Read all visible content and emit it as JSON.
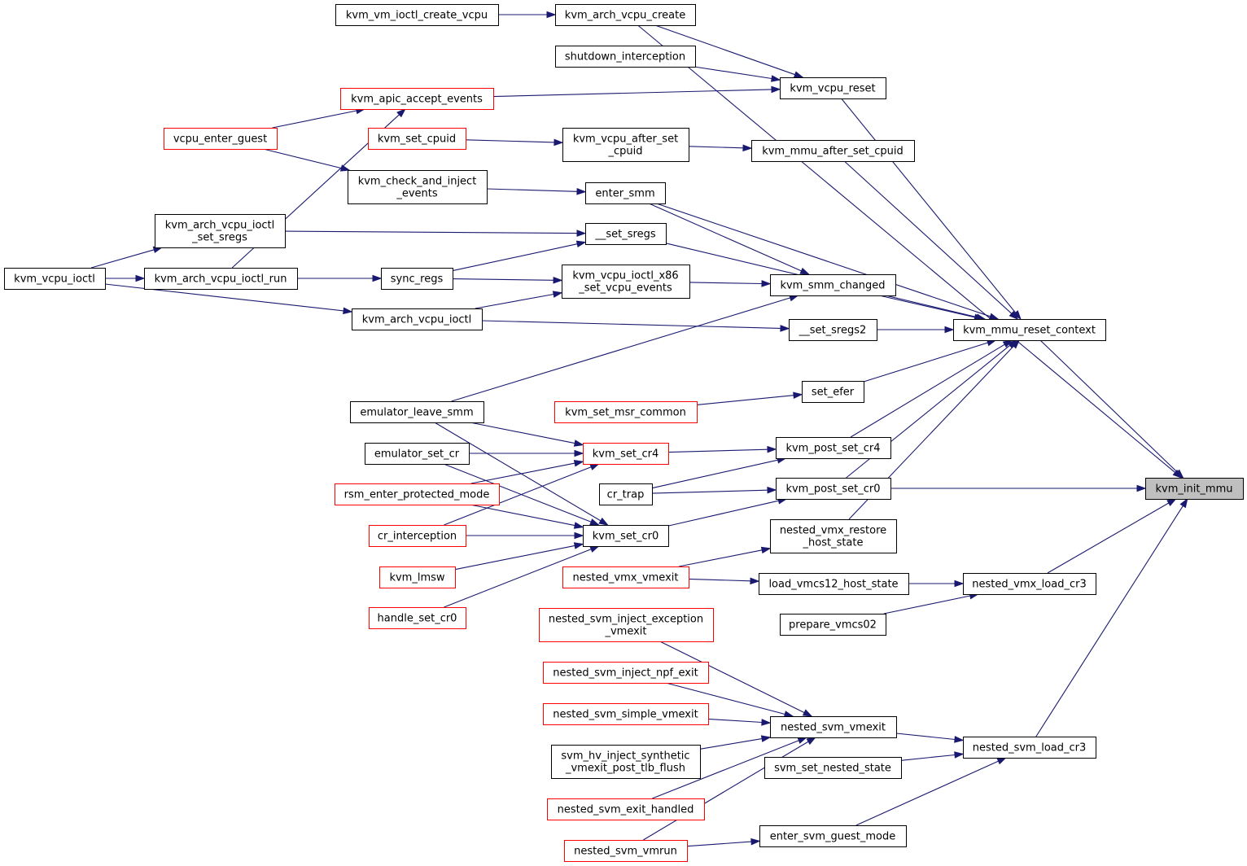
{
  "graph": {
    "root_label": "kvm_init_mmu",
    "colors": {
      "edge": "#191970",
      "border_default": "#000000",
      "border_truncated": "#ff0000",
      "root_fill": "#bfbfbf"
    },
    "nodes": {
      "kvm_init_mmu": {
        "lines": [
          "kvm_init_mmu"
        ],
        "style": "root"
      },
      "kvm_mmu_reset_context": {
        "lines": [
          "kvm_mmu_reset_context"
        ],
        "style": "normal"
      },
      "nested_vmx_load_cr3": {
        "lines": [
          "nested_vmx_load_cr3"
        ],
        "style": "normal"
      },
      "nested_svm_load_cr3": {
        "lines": [
          "nested_svm_load_cr3"
        ],
        "style": "normal"
      },
      "kvm_arch_vcpu_create": {
        "lines": [
          "kvm_arch_vcpu_create"
        ],
        "style": "normal"
      },
      "kvm_vm_ioctl_create_vcpu": {
        "lines": [
          "kvm_vm_ioctl_create_vcpu"
        ],
        "style": "normal"
      },
      "shutdown_interception": {
        "lines": [
          "shutdown_interception"
        ],
        "style": "normal"
      },
      "kvm_vcpu_reset": {
        "lines": [
          "kvm_vcpu_reset"
        ],
        "style": "normal"
      },
      "kvm_apic_accept_events": {
        "lines": [
          "kvm_apic_accept_events"
        ],
        "style": "truncated"
      },
      "vcpu_enter_guest": {
        "lines": [
          "vcpu_enter_guest"
        ],
        "style": "truncated"
      },
      "kvm_set_cpuid": {
        "lines": [
          "kvm_set_cpuid"
        ],
        "style": "truncated"
      },
      "kvm_vcpu_after_set_cpuid": {
        "lines": [
          "kvm_vcpu_after_set",
          "_cpuid"
        ],
        "style": "normal"
      },
      "kvm_mmu_after_set_cpuid": {
        "lines": [
          "kvm_mmu_after_set_cpuid"
        ],
        "style": "normal"
      },
      "kvm_check_and_inject_events": {
        "lines": [
          "kvm_check_and_inject",
          "_events"
        ],
        "style": "normal"
      },
      "enter_smm": {
        "lines": [
          "enter_smm"
        ],
        "style": "normal"
      },
      "kvm_arch_vcpu_ioctl_set_sregs": {
        "lines": [
          "kvm_arch_vcpu_ioctl",
          "_set_sregs"
        ],
        "style": "normal"
      },
      "__set_sregs": {
        "lines": [
          "__set_sregs"
        ],
        "style": "normal"
      },
      "kvm_vcpu_ioctl": {
        "lines": [
          "kvm_vcpu_ioctl"
        ],
        "style": "normal"
      },
      "kvm_arch_vcpu_ioctl_run": {
        "lines": [
          "kvm_arch_vcpu_ioctl_run"
        ],
        "style": "normal"
      },
      "sync_regs": {
        "lines": [
          "sync_regs"
        ],
        "style": "normal"
      },
      "kvm_vcpu_ioctl_x86_set_vcpu_events": {
        "lines": [
          "kvm_vcpu_ioctl_x86",
          "_set_vcpu_events"
        ],
        "style": "normal"
      },
      "kvm_smm_changed": {
        "lines": [
          "kvm_smm_changed"
        ],
        "style": "normal"
      },
      "kvm_arch_vcpu_ioctl": {
        "lines": [
          "kvm_arch_vcpu_ioctl"
        ],
        "style": "normal"
      },
      "__set_sregs2": {
        "lines": [
          "__set_sregs2"
        ],
        "style": "normal"
      },
      "emulator_leave_smm": {
        "lines": [
          "emulator_leave_smm"
        ],
        "style": "normal"
      },
      "set_efer": {
        "lines": [
          "set_efer"
        ],
        "style": "normal"
      },
      "kvm_set_msr_common": {
        "lines": [
          "kvm_set_msr_common"
        ],
        "style": "truncated"
      },
      "emulator_set_cr": {
        "lines": [
          "emulator_set_cr"
        ],
        "style": "normal"
      },
      "kvm_set_cr4": {
        "lines": [
          "kvm_set_cr4"
        ],
        "style": "truncated"
      },
      "kvm_post_set_cr4": {
        "lines": [
          "kvm_post_set_cr4"
        ],
        "style": "normal"
      },
      "rsm_enter_protected_mode": {
        "lines": [
          "rsm_enter_protected_mode"
        ],
        "style": "truncated"
      },
      "cr_trap": {
        "lines": [
          "cr_trap"
        ],
        "style": "normal"
      },
      "kvm_post_set_cr0": {
        "lines": [
          "kvm_post_set_cr0"
        ],
        "style": "normal"
      },
      "cr_interception": {
        "lines": [
          "cr_interception"
        ],
        "style": "truncated"
      },
      "kvm_set_cr0": {
        "lines": [
          "kvm_set_cr0"
        ],
        "style": "normal"
      },
      "nested_vmx_restore_host_state": {
        "lines": [
          "nested_vmx_restore",
          "_host_state"
        ],
        "style": "normal"
      },
      "kvm_lmsw": {
        "lines": [
          "kvm_lmsw"
        ],
        "style": "truncated"
      },
      "nested_vmx_vmexit": {
        "lines": [
          "nested_vmx_vmexit"
        ],
        "style": "truncated"
      },
      "load_vmcs12_host_state": {
        "lines": [
          "load_vmcs12_host_state"
        ],
        "style": "normal"
      },
      "handle_set_cr0": {
        "lines": [
          "handle_set_cr0"
        ],
        "style": "truncated"
      },
      "prepare_vmcs02": {
        "lines": [
          "prepare_vmcs02"
        ],
        "style": "normal"
      },
      "nested_svm_inject_exception_vmexit": {
        "lines": [
          "nested_svm_inject_exception",
          "_vmexit"
        ],
        "style": "truncated"
      },
      "nested_svm_inject_npf_exit": {
        "lines": [
          "nested_svm_inject_npf_exit"
        ],
        "style": "truncated"
      },
      "nested_svm_simple_vmexit": {
        "lines": [
          "nested_svm_simple_vmexit"
        ],
        "style": "truncated"
      },
      "nested_svm_vmexit": {
        "lines": [
          "nested_svm_vmexit"
        ],
        "style": "normal"
      },
      "svm_hv_inject_synthetic_vmexit_post_tlb_flush": {
        "lines": [
          "svm_hv_inject_synthetic",
          "_vmexit_post_tlb_flush"
        ],
        "style": "normal"
      },
      "svm_set_nested_state": {
        "lines": [
          "svm_set_nested_state"
        ],
        "style": "normal"
      },
      "nested_svm_exit_handled": {
        "lines": [
          "nested_svm_exit_handled"
        ],
        "style": "truncated"
      },
      "nested_svm_vmrun": {
        "lines": [
          "nested_svm_vmrun"
        ],
        "style": "truncated"
      },
      "enter_svm_guest_mode": {
        "lines": [
          "enter_svm_guest_mode"
        ],
        "style": "normal"
      }
    },
    "edges": [
      [
        "kvm_vm_ioctl_create_vcpu",
        "kvm_arch_vcpu_create"
      ],
      [
        "kvm_arch_vcpu_create",
        "kvm_init_mmu"
      ],
      [
        "kvm_arch_vcpu_create",
        "kvm_vcpu_reset"
      ],
      [
        "shutdown_interception",
        "kvm_vcpu_reset"
      ],
      [
        "kvm_apic_accept_events",
        "kvm_vcpu_reset"
      ],
      [
        "kvm_vcpu_reset",
        "kvm_mmu_reset_context"
      ],
      [
        "vcpu_enter_guest",
        "kvm_apic_accept_events"
      ],
      [
        "vcpu_enter_guest",
        "kvm_check_and_inject_events"
      ],
      [
        "kvm_arch_vcpu_ioctl_run",
        "kvm_apic_accept_events"
      ],
      [
        "kvm_set_cpuid",
        "kvm_vcpu_after_set_cpuid"
      ],
      [
        "kvm_vcpu_after_set_cpuid",
        "kvm_mmu_after_set_cpuid"
      ],
      [
        "kvm_mmu_after_set_cpuid",
        "kvm_mmu_reset_context"
      ],
      [
        "kvm_check_and_inject_events",
        "enter_smm"
      ],
      [
        "enter_smm",
        "kvm_mmu_reset_context"
      ],
      [
        "enter_smm",
        "kvm_smm_changed"
      ],
      [
        "kvm_arch_vcpu_ioctl_set_sregs",
        "__set_sregs"
      ],
      [
        "sync_regs",
        "__set_sregs"
      ],
      [
        "__set_sregs",
        "kvm_mmu_reset_context"
      ],
      [
        "kvm_vcpu_ioctl",
        "kvm_arch_vcpu_ioctl_set_sregs"
      ],
      [
        "kvm_vcpu_ioctl",
        "kvm_arch_vcpu_ioctl_run"
      ],
      [
        "kvm_vcpu_ioctl",
        "kvm_arch_vcpu_ioctl"
      ],
      [
        "kvm_arch_vcpu_ioctl_run",
        "sync_regs"
      ],
      [
        "sync_regs",
        "kvm_vcpu_ioctl_x86_set_vcpu_events"
      ],
      [
        "kvm_arch_vcpu_ioctl",
        "kvm_vcpu_ioctl_x86_set_vcpu_events"
      ],
      [
        "kvm_vcpu_ioctl_x86_set_vcpu_events",
        "kvm_smm_changed"
      ],
      [
        "emulator_leave_smm",
        "kvm_smm_changed"
      ],
      [
        "kvm_smm_changed",
        "kvm_mmu_reset_context"
      ],
      [
        "kvm_arch_vcpu_ioctl",
        "__set_sregs2"
      ],
      [
        "__set_sregs2",
        "kvm_mmu_reset_context"
      ],
      [
        "kvm_set_msr_common",
        "set_efer"
      ],
      [
        "set_efer",
        "kvm_mmu_reset_context"
      ],
      [
        "emulator_leave_smm",
        "kvm_set_cr4"
      ],
      [
        "emulator_leave_smm",
        "kvm_set_cr0"
      ],
      [
        "emulator_set_cr",
        "kvm_set_cr4"
      ],
      [
        "emulator_set_cr",
        "kvm_set_cr0"
      ],
      [
        "rsm_enter_protected_mode",
        "kvm_set_cr4"
      ],
      [
        "rsm_enter_protected_mode",
        "kvm_set_cr0"
      ],
      [
        "cr_interception",
        "kvm_set_cr4"
      ],
      [
        "cr_interception",
        "kvm_set_cr0"
      ],
      [
        "kvm_set_cr4",
        "kvm_post_set_cr4"
      ],
      [
        "cr_trap",
        "kvm_post_set_cr4"
      ],
      [
        "cr_trap",
        "kvm_post_set_cr0"
      ],
      [
        "kvm_post_set_cr4",
        "kvm_mmu_reset_context"
      ],
      [
        "kvm_post_set_cr0",
        "kvm_mmu_reset_context"
      ],
      [
        "kvm_post_set_cr0",
        "kvm_init_mmu"
      ],
      [
        "kvm_set_cr0",
        "kvm_post_set_cr0"
      ],
      [
        "kvm_lmsw",
        "kvm_set_cr0"
      ],
      [
        "handle_set_cr0",
        "kvm_set_cr0"
      ],
      [
        "nested_vmx_restore_host_state",
        "kvm_mmu_reset_context"
      ],
      [
        "nested_vmx_vmexit",
        "nested_vmx_restore_host_state"
      ],
      [
        "nested_vmx_vmexit",
        "load_vmcs12_host_state"
      ],
      [
        "load_vmcs12_host_state",
        "nested_vmx_load_cr3"
      ],
      [
        "prepare_vmcs02",
        "nested_vmx_load_cr3"
      ],
      [
        "nested_vmx_load_cr3",
        "kvm_init_mmu"
      ],
      [
        "kvm_mmu_reset_context",
        "kvm_init_mmu"
      ],
      [
        "nested_svm_inject_exception_vmexit",
        "nested_svm_vmexit"
      ],
      [
        "nested_svm_inject_npf_exit",
        "nested_svm_vmexit"
      ],
      [
        "nested_svm_simple_vmexit",
        "nested_svm_vmexit"
      ],
      [
        "svm_hv_inject_synthetic_vmexit_post_tlb_flush",
        "nested_svm_vmexit"
      ],
      [
        "nested_svm_exit_handled",
        "nested_svm_vmexit"
      ],
      [
        "nested_svm_vmrun",
        "nested_svm_vmexit"
      ],
      [
        "nested_svm_vmexit",
        "nested_svm_load_cr3"
      ],
      [
        "svm_set_nested_state",
        "nested_svm_load_cr3"
      ],
      [
        "nested_svm_vmrun",
        "enter_svm_guest_mode"
      ],
      [
        "enter_svm_guest_mode",
        "nested_svm_load_cr3"
      ],
      [
        "nested_svm_load_cr3",
        "kvm_init_mmu"
      ]
    ]
  }
}
